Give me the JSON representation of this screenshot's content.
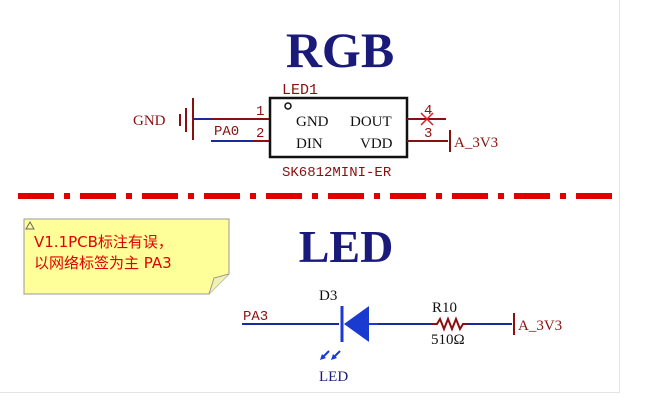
{
  "colors": {
    "background": "#ffffff",
    "title": "#1a1a7a",
    "wire_blue": "#1a2a9a",
    "wire_red": "#8a1010",
    "component": "#8a1010",
    "divider": "#e00000",
    "note_fill": "#ffff99",
    "note_text": "#e00000",
    "led_blue": "#1a3ad0"
  },
  "rgb_section": {
    "title": "RGB",
    "designator": "LED1",
    "part": "SK6812MINI-ER",
    "pin1_num": "1",
    "pin2_num": "2",
    "pin3_num": "3",
    "pin4_num": "4",
    "pin1_name": "GND",
    "pin2_name": "DIN",
    "pin3_name": "VDD",
    "pin4_name": "DOUT",
    "gnd_label": "GND",
    "net_pa0": "PA0",
    "power_label": "A_3V3"
  },
  "led_section": {
    "title": "LED",
    "net_pa3": "PA3",
    "diode_designator": "D3",
    "diode_value": "LED",
    "resistor_designator": "R10",
    "resistor_value": "510Ω",
    "power_label": "A_3V3"
  },
  "note": {
    "line1": "V1.1PCB标注有误，",
    "line2": "以网络标签为主 PA3"
  }
}
